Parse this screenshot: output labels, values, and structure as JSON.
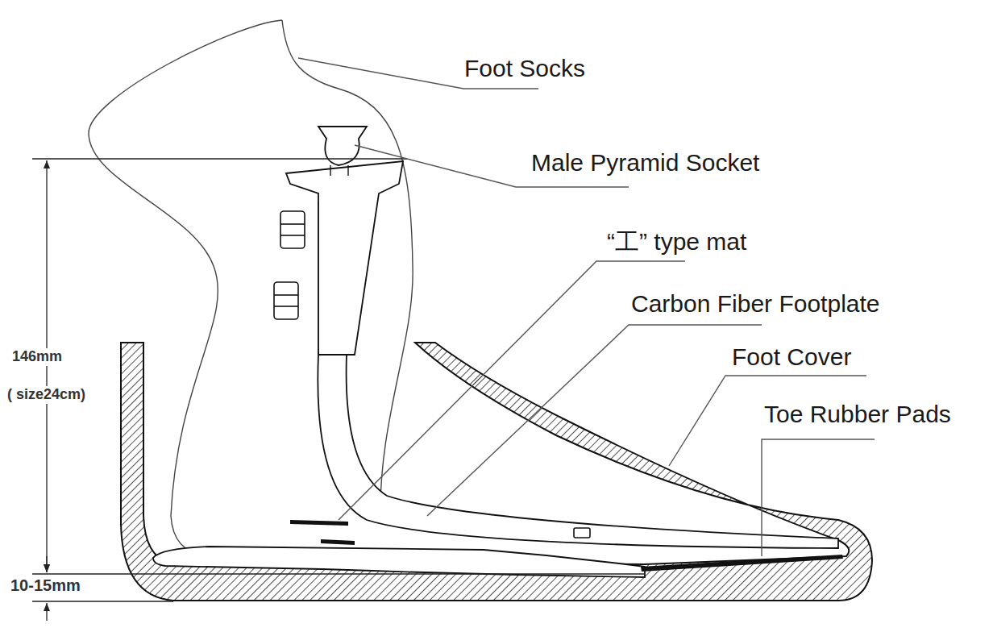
{
  "diagram": {
    "labels": [
      "Foot Socks",
      "Male Pyramid Socket",
      "“工” type mat",
      "Carbon Fiber Footplate",
      "Foot Cover",
      "Toe Rubber Pads",
      "146mm",
      "( size24cm)",
      "10-15mm"
    ]
  }
}
